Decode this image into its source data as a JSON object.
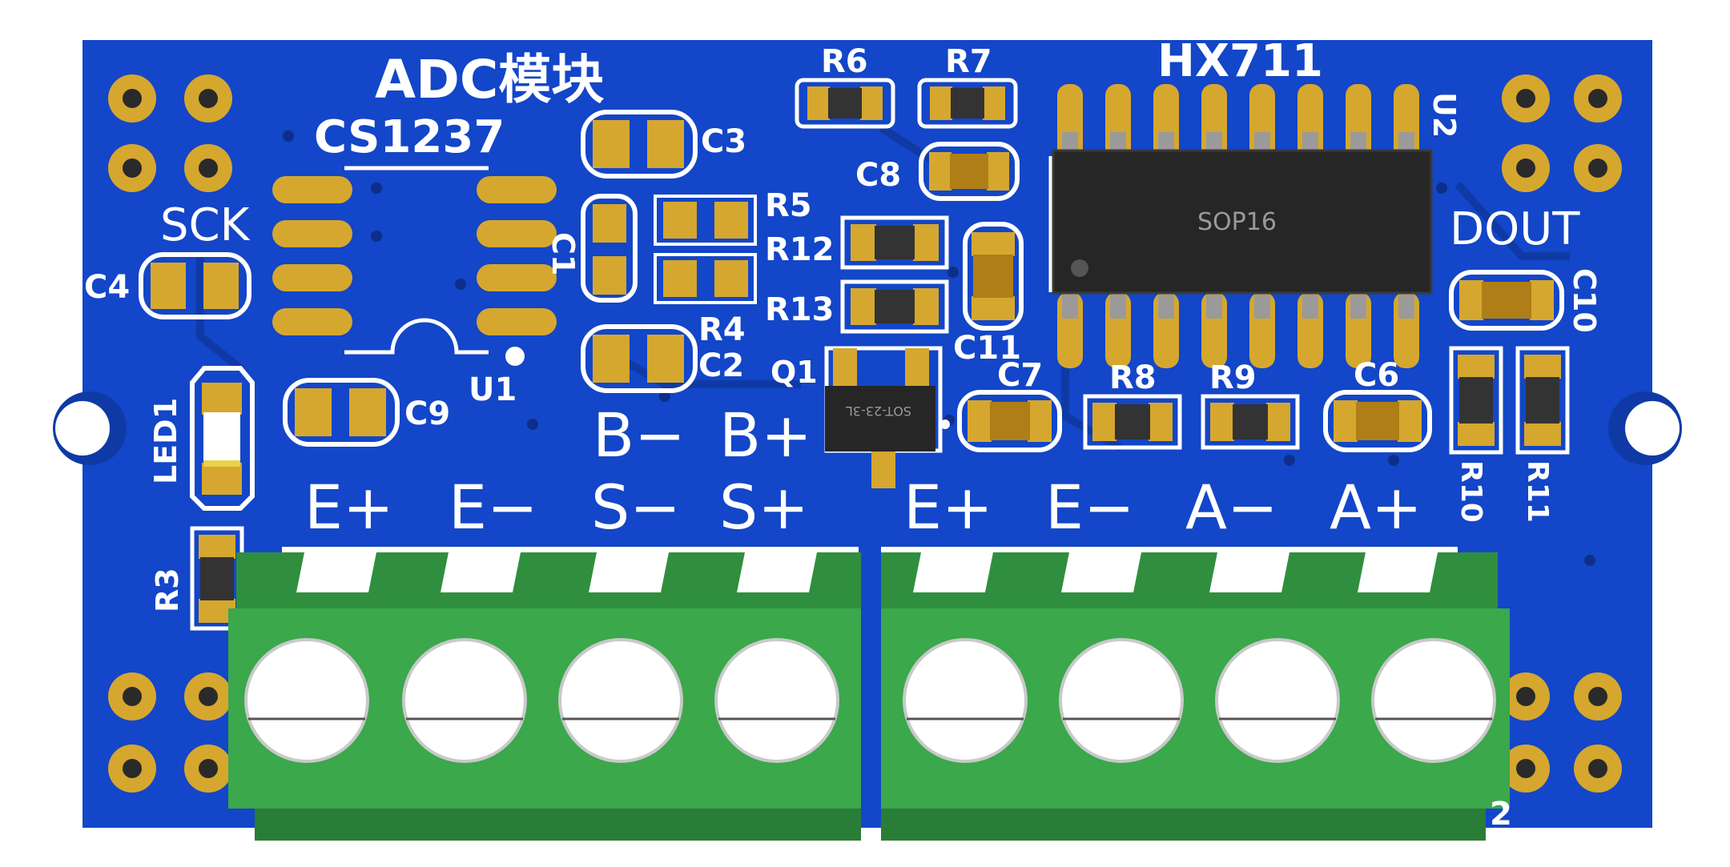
{
  "board": {
    "title": "ADC模块",
    "colors": {
      "pcb": "#1346c8",
      "pcb_dark": "#0f3aa6",
      "gold": "#d6a72e",
      "silk": "#ffffff",
      "terminal": "#3aa84b",
      "ic": "#262626"
    }
  },
  "chips": {
    "cs1237_name": "CS1237",
    "cs1237_ref": "U1",
    "hx711_name": "HX711",
    "hx711_ref": "U2",
    "hx711_pkg": "SOP16",
    "q1_ref": "Q1",
    "q1_pkg": "SOT-23-3L"
  },
  "pin_labels": {
    "sck": "SCK",
    "dout": "DOUT"
  },
  "components": {
    "c1": "C1",
    "c2": "C2",
    "c3": "C3",
    "c4": "C4",
    "c6": "C6",
    "c7": "C7",
    "c8": "C8",
    "c9": "C9",
    "c10": "C10",
    "c11": "C11",
    "r3": "R3",
    "r4": "R4",
    "r5": "R5",
    "r6": "R6",
    "r7": "R7",
    "r8": "R8",
    "r9": "R9",
    "r10": "R10",
    "r11": "R11",
    "r12": "R12",
    "r13": "R13",
    "led1": "LED1"
  },
  "terminal_labels": {
    "left_top": [
      "B−",
      "B+"
    ],
    "left": [
      "E+",
      "E−",
      "S−",
      "S+"
    ],
    "right": [
      "E+",
      "E−",
      "A−",
      "A+"
    ]
  },
  "corner_mark": "2"
}
